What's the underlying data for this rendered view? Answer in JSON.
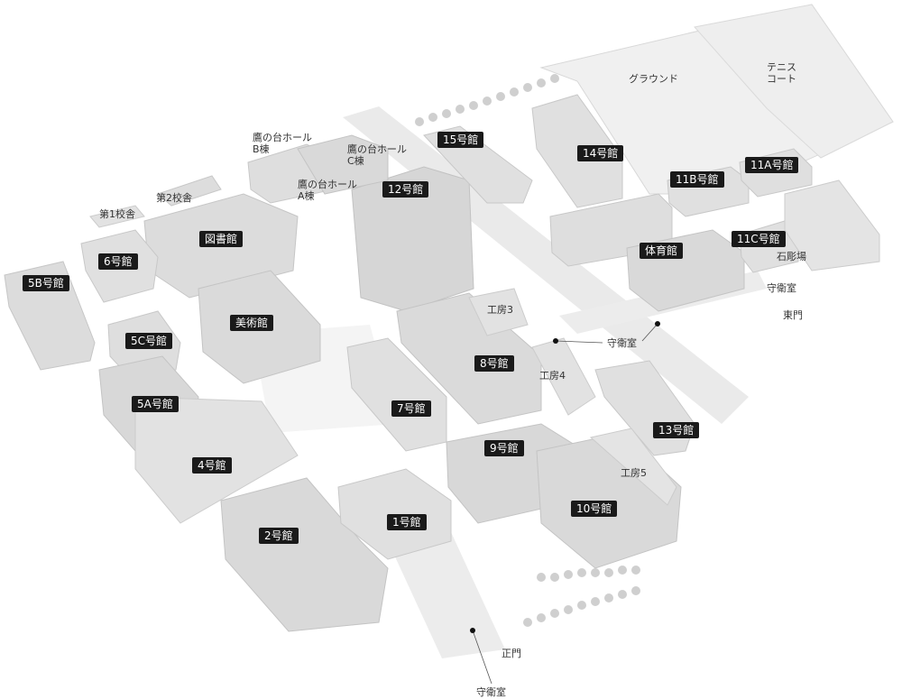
{
  "buildings": {
    "b15": "15号館",
    "b14": "14号館",
    "b12": "12号館",
    "b11b": "11B号館",
    "b11a": "11A号館",
    "b11c": "11C号館",
    "gym": "体育館",
    "library": "図書館",
    "b6": "6号館",
    "b5b": "5B号館",
    "art": "美術館",
    "b5c": "5C号館",
    "b8": "8号館",
    "b5a": "5A号館",
    "b7": "7号館",
    "b13": "13号館",
    "b9": "9号館",
    "b4": "4号館",
    "b10": "10号館",
    "b2": "2号館",
    "b1": "1号館"
  },
  "labels": {
    "ground": "グラウンド",
    "tennis_1": "テニス",
    "tennis_2": "コート",
    "hall_b_1": "鷹の台ホール",
    "hall_b_2": "B棟",
    "hall_c_1": "鷹の台ホール",
    "hall_c_2": "C棟",
    "hall_a_1": "鷹の台ホール",
    "hall_a_2": "A棟",
    "school2": "第2校舎",
    "school1": "第1校舎",
    "sculpture": "石彫場",
    "guard_east": "守衛室",
    "east_gate": "東門",
    "kobo3": "工房3",
    "guard_center": "守衛室",
    "kobo4": "工房4",
    "kobo5": "工房5",
    "main_gate": "正門",
    "guard_main": "守衛室"
  }
}
